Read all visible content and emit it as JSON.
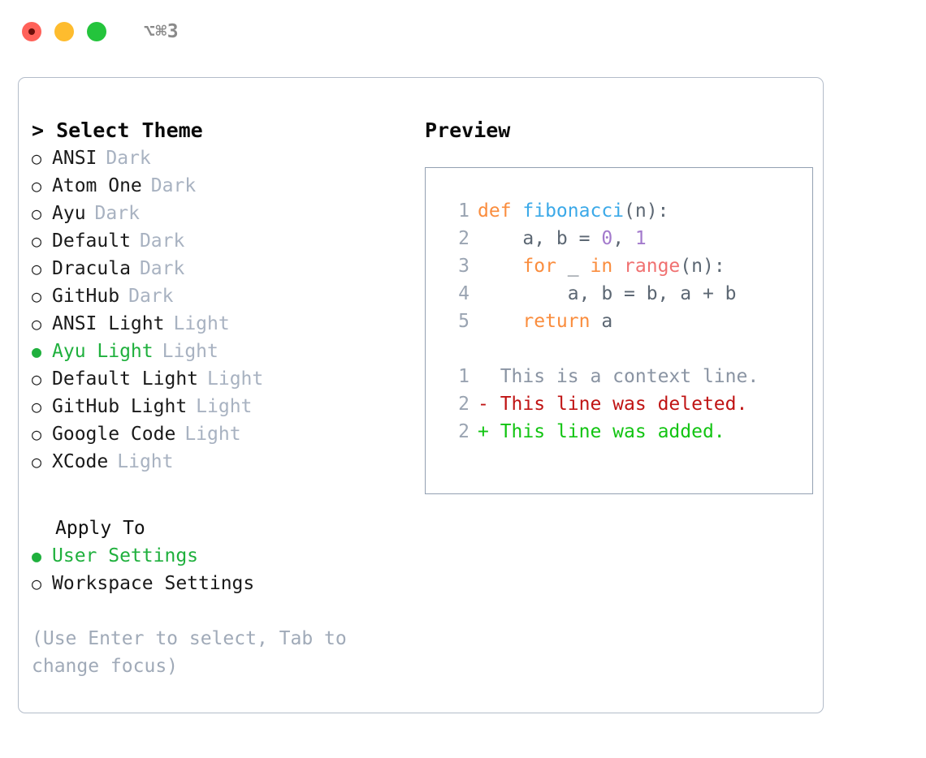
{
  "titlebar": {
    "shortcut": "⌥⌘3",
    "buttons": [
      {
        "name": "close",
        "color": "#ff6159"
      },
      {
        "name": "minimize",
        "color": "#febc2e"
      },
      {
        "name": "maximize",
        "color": "#24c43c"
      }
    ]
  },
  "theme_panel": {
    "heading": "> Select Theme",
    "marker_unselected": "○",
    "marker_selected": "●",
    "selected_color": "#1fb03d",
    "tag_color": "#a8b2c1",
    "items": [
      {
        "label": "ANSI",
        "tag": "Dark",
        "selected": false
      },
      {
        "label": "Atom One",
        "tag": "Dark",
        "selected": false
      },
      {
        "label": "Ayu",
        "tag": "Dark",
        "selected": false
      },
      {
        "label": "Default",
        "tag": "Dark",
        "selected": false
      },
      {
        "label": "Dracula",
        "tag": "Dark",
        "selected": false
      },
      {
        "label": "GitHub",
        "tag": "Dark",
        "selected": false
      },
      {
        "label": "ANSI Light",
        "tag": "Light",
        "selected": false
      },
      {
        "label": "Ayu Light",
        "tag": "Light",
        "selected": true
      },
      {
        "label": "Default Light",
        "tag": "Light",
        "selected": false
      },
      {
        "label": "GitHub Light",
        "tag": "Light",
        "selected": false
      },
      {
        "label": "Google Code",
        "tag": "Light",
        "selected": false
      },
      {
        "label": "XCode",
        "tag": "Light",
        "selected": false
      }
    ]
  },
  "apply_to": {
    "heading": "Apply To",
    "items": [
      {
        "label": "User Settings",
        "selected": true
      },
      {
        "label": "Workspace Settings",
        "selected": false
      }
    ]
  },
  "help": {
    "text": "(Use Enter to select, Tab to change focus)"
  },
  "preview": {
    "heading": "Preview",
    "code_lines": [
      {
        "lineno": "1",
        "tokens": [
          {
            "text": "def ",
            "cls": "tok-kw"
          },
          {
            "text": "fibonacci",
            "cls": "tok-fn"
          },
          {
            "text": "(n):",
            "cls": "tok-punct"
          }
        ]
      },
      {
        "lineno": "2",
        "tokens": [
          {
            "text": "    a, b = ",
            "cls": "tok-plain"
          },
          {
            "text": "0",
            "cls": "tok-num"
          },
          {
            "text": ", ",
            "cls": "tok-plain"
          },
          {
            "text": "1",
            "cls": "tok-num"
          }
        ]
      },
      {
        "lineno": "3",
        "tokens": [
          {
            "text": "    ",
            "cls": "tok-plain"
          },
          {
            "text": "for",
            "cls": "tok-kw"
          },
          {
            "text": " _ ",
            "cls": "tok-plain"
          },
          {
            "text": "in",
            "cls": "tok-kw"
          },
          {
            "text": " ",
            "cls": "tok-plain"
          },
          {
            "text": "range",
            "cls": "tok-builtin"
          },
          {
            "text": "(n):",
            "cls": "tok-punct"
          }
        ]
      },
      {
        "lineno": "4",
        "tokens": [
          {
            "text": "        a, b = b, a + b",
            "cls": "tok-plain"
          }
        ]
      },
      {
        "lineno": "5",
        "tokens": [
          {
            "text": "    ",
            "cls": "tok-plain"
          },
          {
            "text": "return",
            "cls": "tok-kw"
          },
          {
            "text": " a",
            "cls": "tok-plain"
          }
        ]
      }
    ],
    "diff_lines": [
      {
        "lineno": "1",
        "marker": "  ",
        "text": "This is a context line.",
        "cls": "diff-context"
      },
      {
        "lineno": "2",
        "marker": "- ",
        "text": "This line was deleted.",
        "cls": "diff-del"
      },
      {
        "lineno": "2",
        "marker": "+ ",
        "text": "This line was added.",
        "cls": "diff-add"
      }
    ]
  }
}
